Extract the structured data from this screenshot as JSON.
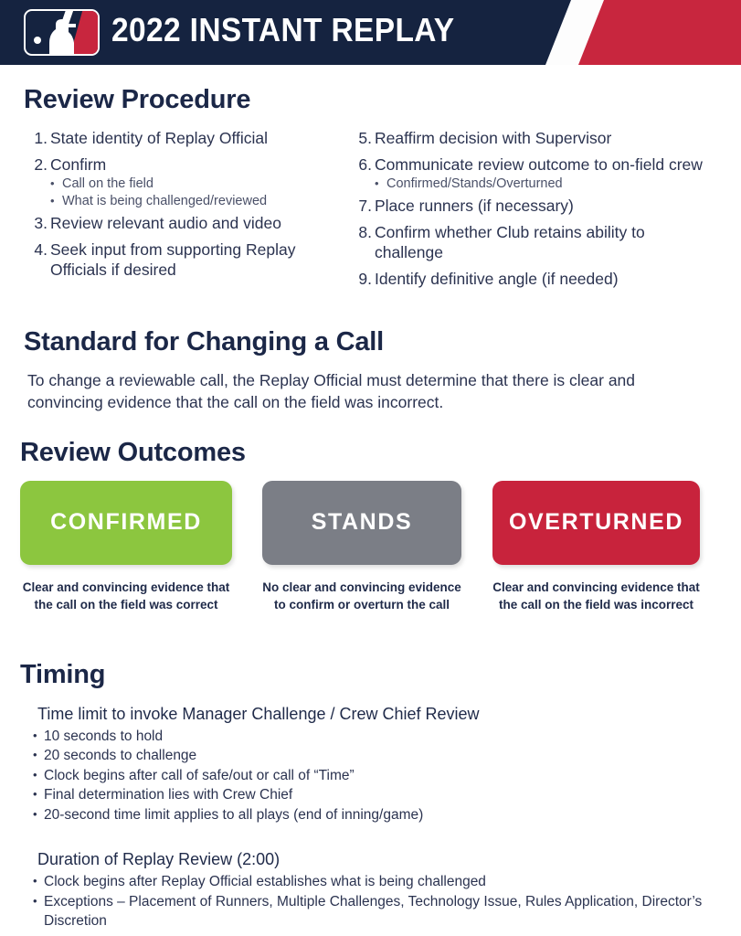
{
  "header": {
    "title": "2022 INSTANT REPLAY",
    "logo_name": "mlb-logo",
    "navy": "#152340",
    "red": "#c8263e"
  },
  "review_procedure": {
    "title": "Review Procedure",
    "left_items": [
      {
        "num": "1.",
        "text": "State identity of Replay Official",
        "subitems": []
      },
      {
        "num": "2.",
        "text": "Confirm",
        "subitems": [
          "Call on the field",
          "What is being challenged/reviewed"
        ]
      },
      {
        "num": "3.",
        "text": "Review relevant audio and video",
        "subitems": []
      },
      {
        "num": "4.",
        "text": "Seek input from supporting Replay Officials if desired",
        "subitems": []
      }
    ],
    "right_items": [
      {
        "num": "5.",
        "text": "Reaffirm decision with Supervisor",
        "subitems": []
      },
      {
        "num": "6.",
        "text": "Communicate review outcome to on-field crew",
        "subitems": [
          "Confirmed/Stands/Overturned"
        ]
      },
      {
        "num": "7.",
        "text": "Place runners (if necessary)",
        "subitems": []
      },
      {
        "num": "8.",
        "text": "Confirm whether Club retains ability to challenge",
        "subitems": []
      },
      {
        "num": "9.",
        "text": "Identify definitive angle (if needed)",
        "subitems": []
      }
    ]
  },
  "standard": {
    "title": "Standard for Changing a Call",
    "body": "To change a reviewable call, the Replay Official must determine that there is clear and convincing evidence that the call on the field was incorrect."
  },
  "review_outcomes": {
    "title": "Review Outcomes",
    "boxes": [
      {
        "label": "CONFIRMED",
        "color": "#8cc63f",
        "caption": "Clear and convincing evidence that the call on the field was correct"
      },
      {
        "label": "STANDS",
        "color": "#7b7e86",
        "caption": "No clear and convincing evidence to confirm or overturn the call"
      },
      {
        "label": "OVERTURNED",
        "color": "#c8233c",
        "caption": "Clear and convincing evidence that the call on the field was incorrect"
      }
    ]
  },
  "timing": {
    "title": "Timing",
    "blocks": [
      {
        "heading": "Time limit to invoke Manager Challenge / Crew Chief Review",
        "items": [
          "10 seconds to hold",
          "20 seconds to challenge",
          "Clock begins after call of safe/out or call of “Time”",
          "Final determination lies with Crew Chief",
          "20-second time limit applies to all plays (end of inning/game)"
        ]
      },
      {
        "heading": "Duration of Replay Review (2:00)",
        "items": [
          "Clock begins after Replay Official establishes what is being challenged",
          "Exceptions – Placement of Runners, Multiple Challenges, Technology Issue, Rules Application, Director’s Discretion"
        ]
      }
    ]
  }
}
